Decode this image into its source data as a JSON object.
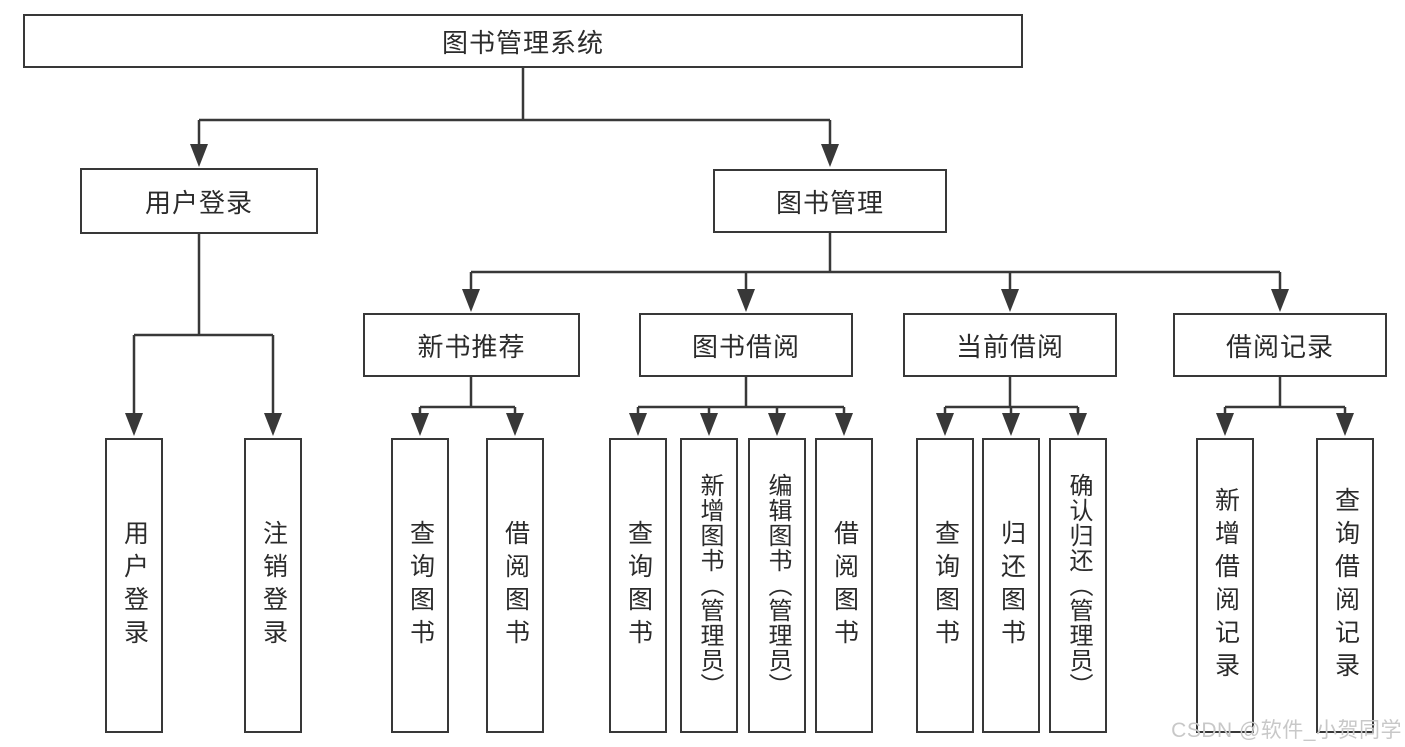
{
  "diagram": {
    "root": {
      "label": "图书管理系统"
    },
    "branches": [
      {
        "label": "用户登录",
        "children": [
          {
            "label": "用户登录"
          },
          {
            "label": "注销登录"
          }
        ]
      },
      {
        "label": "图书管理",
        "children": [
          {
            "label": "新书推荐",
            "children": [
              {
                "label": "查询图书"
              },
              {
                "label": "借阅图书"
              }
            ]
          },
          {
            "label": "图书借阅",
            "children": [
              {
                "label": "查询图书"
              },
              {
                "label": "新增图书（管理员）"
              },
              {
                "label": "编辑图书（管理员）"
              },
              {
                "label": "借阅图书"
              }
            ]
          },
          {
            "label": "当前借阅",
            "children": [
              {
                "label": "查询图书"
              },
              {
                "label": "归还图书"
              },
              {
                "label": "确认归还（管理员）"
              }
            ]
          },
          {
            "label": "借阅记录",
            "children": [
              {
                "label": "新增借阅记录"
              },
              {
                "label": "查询借阅记录"
              }
            ]
          }
        ]
      }
    ]
  },
  "watermark": {
    "text": "CSDN @软件_小贺同学"
  },
  "colors": {
    "line": "#383838",
    "text": "#2b2b2b",
    "node_fill": "#ffffff",
    "background": "#ffffff",
    "watermark": "#c8c8c8"
  }
}
